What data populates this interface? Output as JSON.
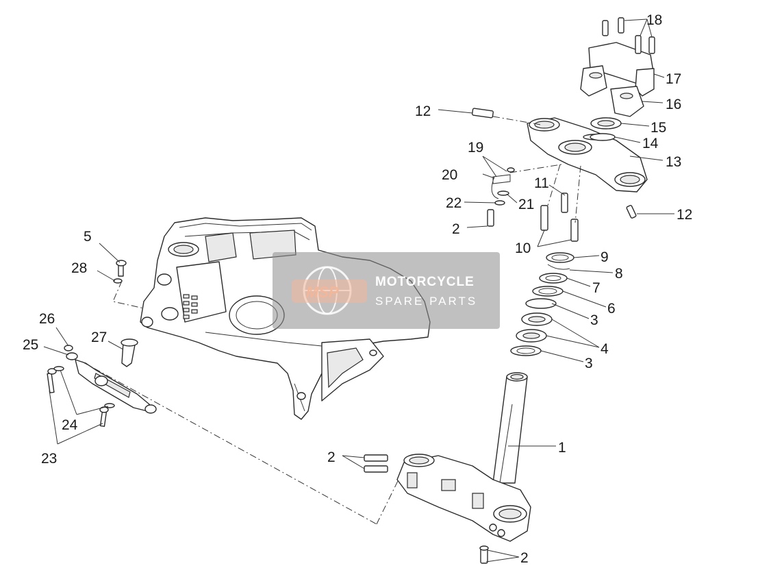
{
  "watermark": {
    "logo": "MSP",
    "line1": "MOTORCYCLE",
    "line2": "SPARE PARTS",
    "box_color": "#8c8c8c",
    "logo_color": "#f2b79a"
  },
  "callouts": {
    "c1": "1",
    "c2a": "2",
    "c2b": "2",
    "c2c": "2",
    "c3a": "3",
    "c3b": "3",
    "c4": "4",
    "c5": "5",
    "c6": "6",
    "c7": "7",
    "c8": "8",
    "c9": "9",
    "c10": "10",
    "c11": "11",
    "c12a": "12",
    "c12b": "12",
    "c13": "13",
    "c14": "14",
    "c15": "15",
    "c16": "16",
    "c17": "17",
    "c18": "18",
    "c19": "19",
    "c20": "20",
    "c21": "21",
    "c22": "22",
    "c23": "23",
    "c24": "24",
    "c25": "25",
    "c26": "26",
    "c27": "27",
    "c28": "28"
  }
}
